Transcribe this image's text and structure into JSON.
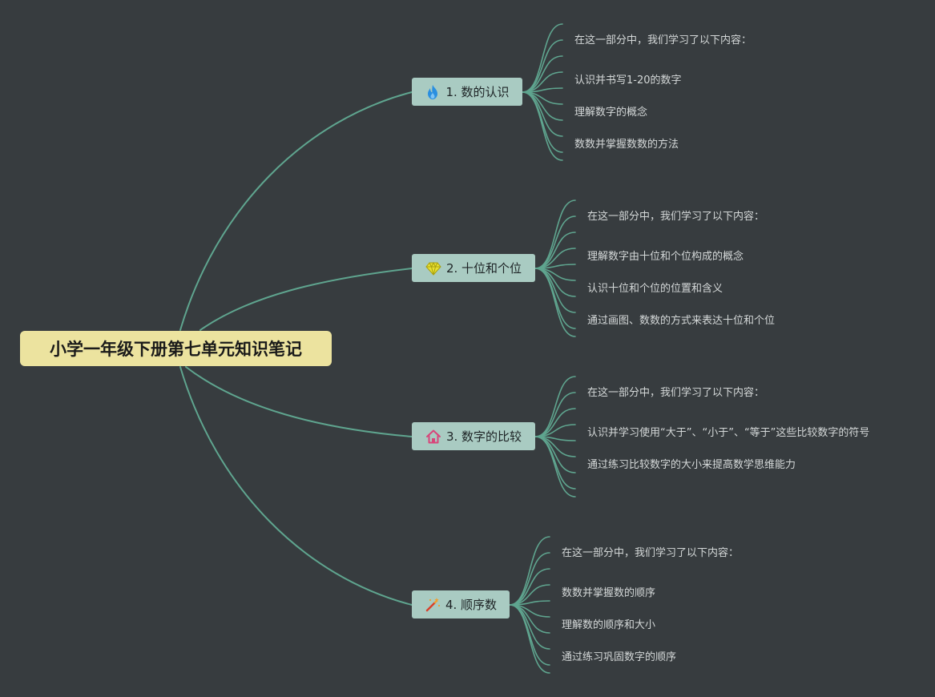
{
  "root": {
    "title": "小学一年级下册第七单元知识笔记"
  },
  "branches": [
    {
      "label": "1. 数的认识",
      "icon": "flame-icon",
      "icon_color": "#2a8fe0",
      "leaves": [
        "在这一部分中，我们学习了以下内容：",
        "",
        "认识并书写1-20的数字",
        "理解数字的概念",
        "数数并掌握数数的方法"
      ]
    },
    {
      "label": "2. 十位和个位",
      "icon": "gem-icon",
      "icon_color": "#e8e030",
      "leaves": [
        "在这一部分中，我们学习了以下内容：",
        "",
        "理解数字由十位和个位构成的概念",
        "认识十位和个位的位置和含义",
        "通过画图、数数的方式来表达十位和个位"
      ]
    },
    {
      "label": "3. 数字的比较",
      "icon": "house-icon",
      "icon_color": "#d8457a",
      "leaves": [
        "在这一部分中，我们学习了以下内容：",
        "",
        "认识并学习使用“大于”、“小于”、“等于”这些比较数字的符号",
        "通过练习比较数字的大小来提高数学思维能力",
        ""
      ]
    },
    {
      "label": "4. 顺序数",
      "icon": "magic-wand-icon",
      "icon_color": "#d8402a",
      "leaves": [
        "在这一部分中，我们学习了以下内容：",
        "",
        "数数并掌握数的顺序",
        "理解数的顺序和大小",
        "通过练习巩固数字的顺序"
      ]
    }
  ],
  "colors": {
    "background": "#373c3f",
    "link": "#5fa58f",
    "root_fill": "#ece39f",
    "branch_fill": "#a9cbc2",
    "leaf_text": "#d4d8d8"
  }
}
